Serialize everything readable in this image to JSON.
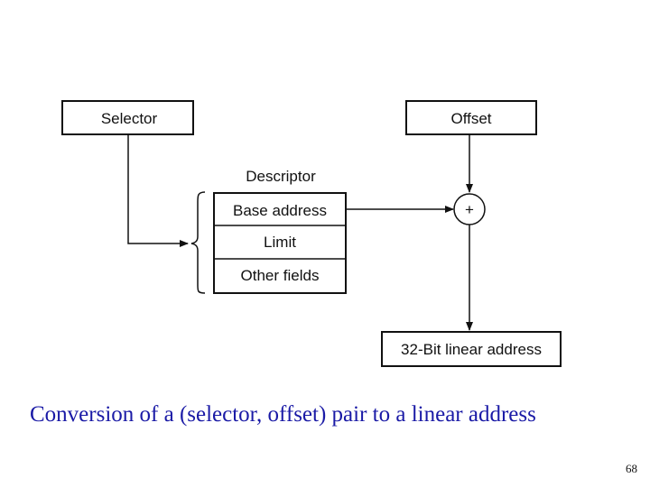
{
  "diagram": {
    "selector_label": "Selector",
    "offset_label": "Offset",
    "descriptor_label": "Descriptor",
    "base_address_label": "Base address",
    "limit_label": "Limit",
    "other_fields_label": "Other fields",
    "adder_symbol": "+",
    "linear_address_label": "32-Bit linear address"
  },
  "caption": "Conversion of a (selector, offset) pair to a linear address",
  "page_number": "68",
  "colors": {
    "caption": "#1a1aa6",
    "line": "#111111"
  }
}
